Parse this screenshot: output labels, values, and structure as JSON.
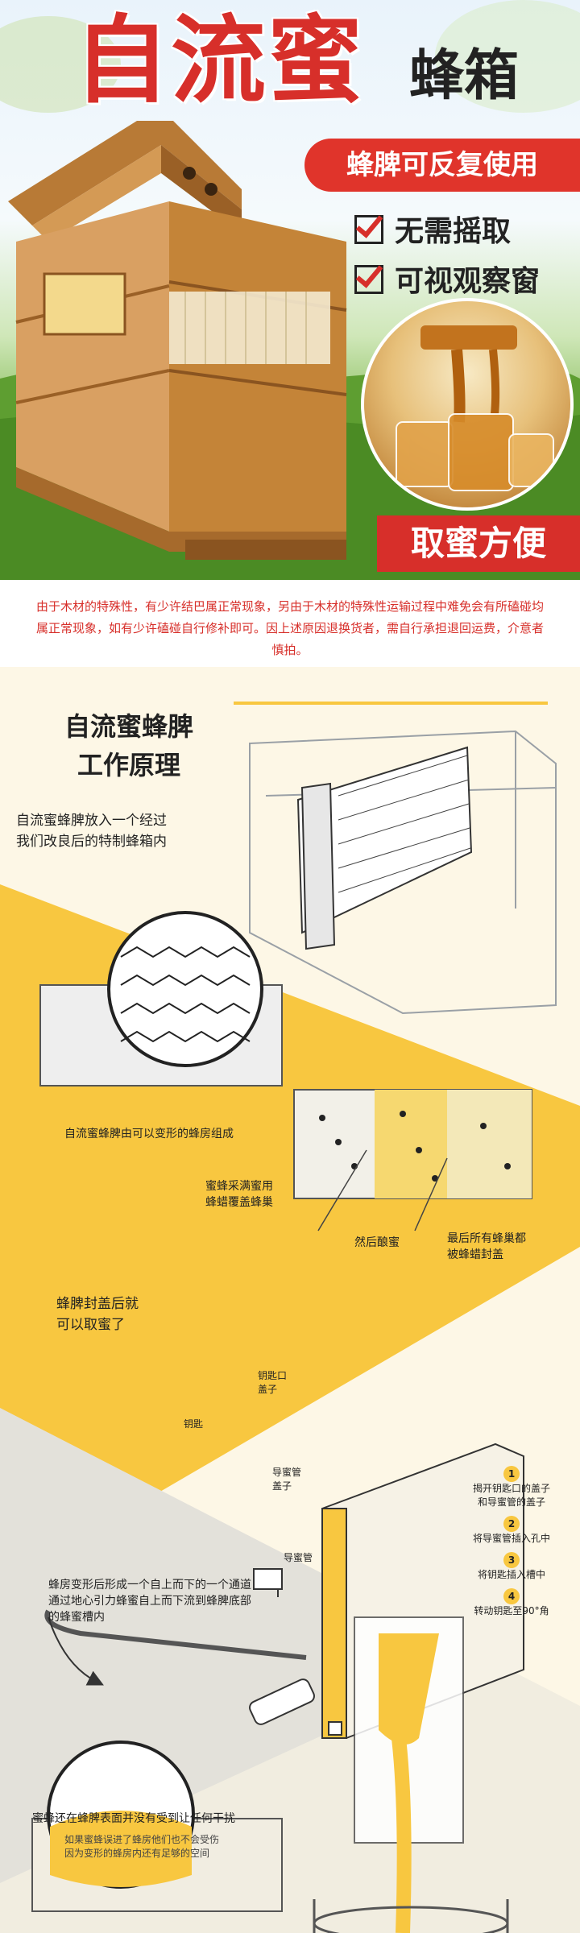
{
  "hero": {
    "title_main": "自流蜜",
    "title_sub": "蜂箱",
    "tag_reuse": "蜂脾可反复使用",
    "features": [
      "无需摇取",
      "可视观察窗"
    ],
    "banner_button": "取蜜方便",
    "colors": {
      "brand_red": "#d72f2a",
      "wood": "#c98a3e",
      "honey": "#f8c740"
    }
  },
  "notice": "由于木材的特殊性，有少许结巴属正常现象，另由于木材的特殊性运输过程中难免会有所磕碰均属正常现象，如有少许磕碰自行修补即可。因上述原因退换货者，需自行承担退回运费，介意者慎拍。",
  "diagram": {
    "section_title_1": "自流蜜蜂脾",
    "section_title_2": "工作原理",
    "intro": [
      "自流蜜蜂脾放入一个经过",
      "我们改良后的特制蜂箱内"
    ],
    "caption_variable_cells": "自流蜜蜂脾由可以变形的蜂房组成",
    "caption_wax": [
      "蜜蜂采满蜜用",
      "蜂蜡覆盖蜂巢"
    ],
    "caption_ripen": "然后酿蜜",
    "caption_sealed": [
      "最后所有蜂巢都",
      "被蜂蜡封盖"
    ],
    "harvest_heading": [
      "蜂脾封盖后就",
      "可以取蜜了"
    ],
    "label_key_cap": [
      "钥匙口",
      "盖子"
    ],
    "label_key": "钥匙",
    "label_tube_cap": [
      "导蜜管",
      "盖子"
    ],
    "label_tube": "导蜜管",
    "steps": [
      {
        "num": "1",
        "text": [
          "揭开钥匙口的盖子",
          "和导蜜管的盖子"
        ]
      },
      {
        "num": "2",
        "text": [
          "将导蜜管插入孔中"
        ]
      },
      {
        "num": "3",
        "text": [
          "将钥匙插入槽中"
        ]
      },
      {
        "num": "4",
        "text": [
          "转动钥匙至90°角"
        ]
      }
    ],
    "channel_text": [
      "蜂房变形后形成一个自上而下的一个通道",
      "通过地心引力蜂蜜自上而下流到蜂脾底部",
      "的蜂蜜槽内"
    ],
    "undisturbed": "蜜蜂还在蜂脾表面并没有受到让任何干扰",
    "note_small": [
      "如果蜜蜂误进了蜂房他们也不会受伤",
      "因为变形的蜂房内还有足够的空间"
    ]
  }
}
